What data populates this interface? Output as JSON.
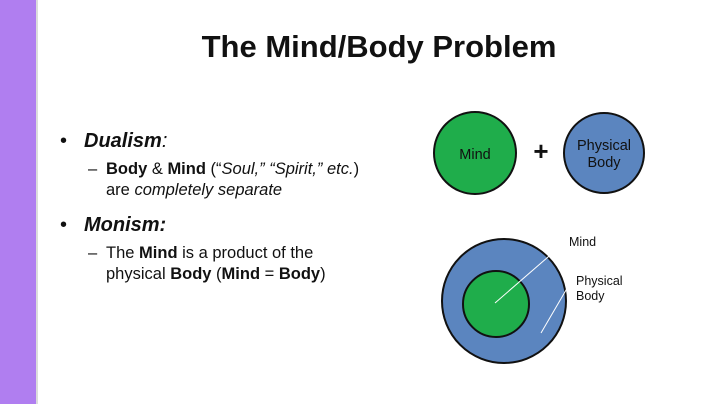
{
  "slide": {
    "title": "The Mind/Body Problem",
    "dualism": {
      "term": "Dualism",
      "colon": ":",
      "sub": {
        "dash": "–",
        "body": "Body",
        "amp": " & ",
        "mind": "Mind",
        "open": " (“",
        "soul": "Soul,” “Spirit,” etc.",
        "close": ")",
        "are": "are ",
        "separate": "completely separate"
      }
    },
    "monism": {
      "term": "Monism:",
      "sub": {
        "dash": "–",
        "the": "The ",
        "mind": "Mind",
        "product": " is a product of the",
        "physical": "physical ",
        "body": "Body",
        "open": " (",
        "eq_mind": "Mind",
        "eq": " = ",
        "eq_body": "Body",
        "close": ")"
      }
    }
  },
  "diagram": {
    "mind_label": "Mind",
    "plus": "+",
    "body_label_line1": "Physical",
    "body_label_line2": "Body",
    "inner_label": "Mind",
    "outer_label_line1": "Physical",
    "outer_label_line2": "Body"
  },
  "colors": {
    "sidebar": "#b07ef0",
    "mind_green": "#1fad4b",
    "body_blue": "#5b85bf",
    "outline": "#111111"
  }
}
